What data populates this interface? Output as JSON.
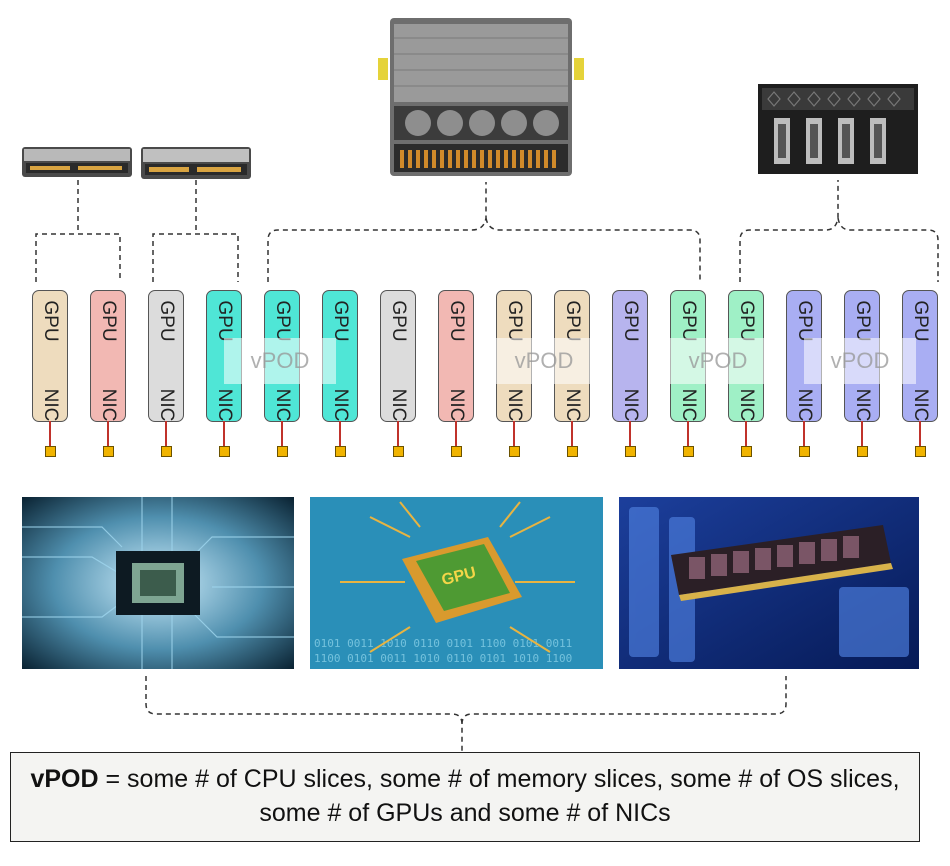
{
  "gpus": [
    {
      "gpu": "GPU",
      "nic": "NIC",
      "color": "#eedcbe"
    },
    {
      "gpu": "GPU",
      "nic": "NIC",
      "color": "#f2b8b3"
    },
    {
      "gpu": "GPU",
      "nic": "NIC",
      "color": "#dcdcdc"
    },
    {
      "gpu": "GPU",
      "nic": "NIC",
      "color": "#4fe6d6"
    },
    {
      "gpu": "GPU",
      "nic": "NIC",
      "color": "#4fe6d6"
    },
    {
      "gpu": "GPU",
      "nic": "NIC",
      "color": "#4fe6d6"
    },
    {
      "gpu": "GPU",
      "nic": "NIC",
      "color": "#dcdcdc"
    },
    {
      "gpu": "GPU",
      "nic": "NIC",
      "color": "#f2b8b3"
    },
    {
      "gpu": "GPU",
      "nic": "NIC",
      "color": "#eedcbe"
    },
    {
      "gpu": "GPU",
      "nic": "NIC",
      "color": "#eedcbe"
    },
    {
      "gpu": "GPU",
      "nic": "NIC",
      "color": "#b7b4ee"
    },
    {
      "gpu": "GPU",
      "nic": "NIC",
      "color": "#9ff0c6"
    },
    {
      "gpu": "GPU",
      "nic": "NIC",
      "color": "#9ff0c6"
    },
    {
      "gpu": "GPU",
      "nic": "NIC",
      "color": "#a9aef3"
    },
    {
      "gpu": "GPU",
      "nic": "NIC",
      "color": "#a9aef3"
    },
    {
      "gpu": "GPU",
      "nic": "NIC",
      "color": "#a9aef3"
    }
  ],
  "vpods": [
    "vPOD",
    "vPOD",
    "vPOD",
    "vPOD"
  ],
  "photos": {
    "gpu_chip_label": "GPU"
  },
  "caption": {
    "term": "vPOD",
    "definition": " = some # of CPU slices, some # of memory slices, some # of OS slices, some # of GPUs and some # of NICs"
  }
}
